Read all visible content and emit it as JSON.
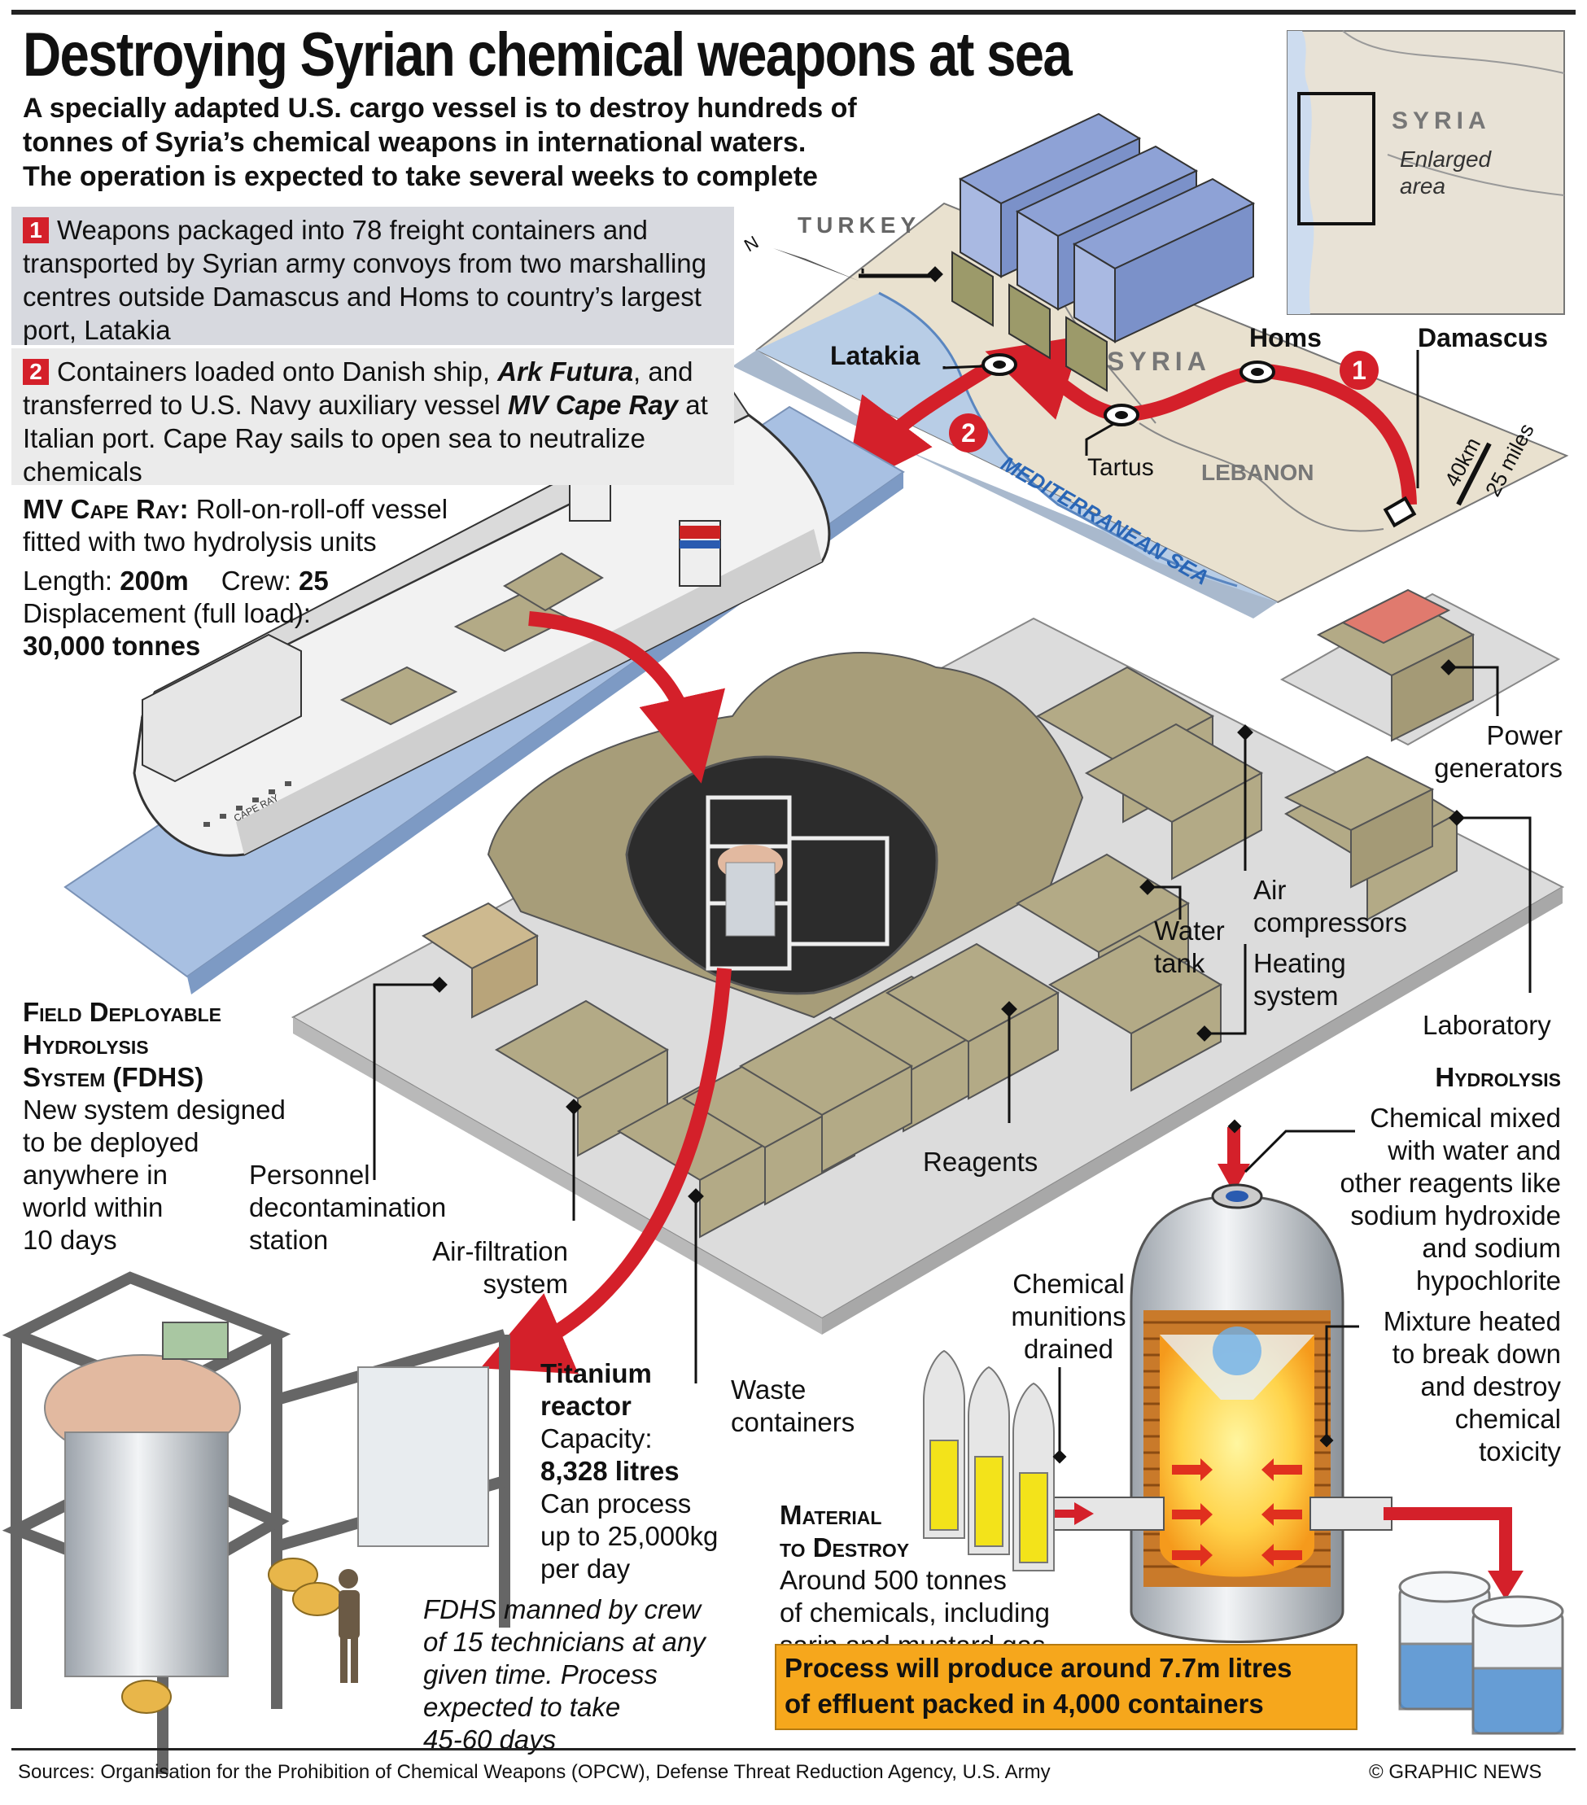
{
  "headline": "Destroying Syrian chemical weapons at sea",
  "subheadline": [
    "A specially adapted U.S. cargo vessel is to destroy hundreds of",
    "tonnes of Syria’s chemical weapons in international waters.",
    "The operation is expected to take several weeks to complete"
  ],
  "step1": {
    "number": "1",
    "text": "Weapons packaged into 78 freight containers and transported by Syrian army convoys from two marshalling centres outside Damascus and Homs to country’s largest port, Latakia"
  },
  "step2": {
    "number": "2",
    "text_a": "Containers loaded onto Danish ship, ",
    "ship_a": "Ark Futura",
    "text_b": ", and transferred to U.S. Navy auxiliary vessel ",
    "ship_b": "MV Cape Ray",
    "text_c": " at Italian port. Cape Ray sails to open sea to neutralize chemicals"
  },
  "vessel": {
    "name": "MV Cape Ray:",
    "desc_a": " Roll-on-roll-off vessel",
    "desc_b": "fitted with two hydrolysis units",
    "length_label": "Length: ",
    "length": "200m",
    "crew_label": "Crew: ",
    "crew": "25",
    "displacement_label": "Displacement (full load):",
    "displacement": "30,000 tonnes",
    "hull_name": "CAPE RAY"
  },
  "map": {
    "turkey": "TURKEY",
    "syria": "SYRIA",
    "lebanon": "LEBANON",
    "sea": "MEDITERRANEAN SEA",
    "latakia": "Latakia",
    "homs": "Homs",
    "damascus": "Damascus",
    "tartus": "Tartus",
    "scale_km": "40km",
    "scale_mi": "25 miles",
    "north": "N",
    "route_1": "1",
    "route_2": "2"
  },
  "locator": {
    "country": "SYRIA",
    "enlarged_a": "Enlarged",
    "enlarged_b": "area"
  },
  "labels": {
    "power": [
      "Power",
      "generators"
    ],
    "air_comp": [
      "Air",
      "compressors"
    ],
    "water_tank": [
      "Water",
      "tank"
    ],
    "heating": [
      "Heating",
      "system"
    ],
    "laboratory": "Laboratory",
    "reagents": "Reagents",
    "personnel": [
      "Personnel",
      "decontamination",
      "station"
    ],
    "air_filter": [
      "Air-filtration",
      "system"
    ],
    "waste": [
      "Waste",
      "containers"
    ]
  },
  "fdhs": {
    "title": [
      "Field Deployable",
      "Hydrolysis",
      "System (FDHS)"
    ],
    "desc": [
      "New system designed",
      "to be deployed",
      "anywhere in",
      "world within",
      "10 days"
    ]
  },
  "reactor": {
    "title": [
      "Titanium",
      "reactor"
    ],
    "capacity_label": "Capacity:",
    "capacity": "8,328 litres",
    "process": [
      "Can process",
      "up to 25,000kg",
      "per day"
    ]
  },
  "crew_note": [
    "FDHS manned by crew",
    "of 15 technicians at any",
    "given time. Process",
    "expected to take",
    "45-60 days"
  ],
  "hydrolysis": {
    "title": "Hydrolysis",
    "step_a": [
      "Chemical mixed",
      "with water and",
      "other reagents like",
      "sodium hydroxide",
      "and sodium",
      "hypochlorite"
    ],
    "step_b": [
      "Mixture heated",
      "to break down",
      "and destroy",
      "chemical",
      "toxicity"
    ],
    "munitions": [
      "Chemical",
      "munitions",
      "drained"
    ]
  },
  "material": {
    "title": [
      "Material",
      "to Destroy"
    ],
    "desc": [
      "Around 500 tonnes",
      "of chemicals, including",
      "sarin and mustard gas"
    ]
  },
  "banner": [
    "Process will produce around 7.7m litres",
    "of effluent packed in 4,000 containers"
  ],
  "footer": {
    "sources": "Sources: Organisation for the Prohibition of Chemical Weapons (OPCW), Defense Threat Reduction Agency, U.S. Army",
    "credit": "© GRAPHIC NEWS"
  },
  "colors": {
    "accent_red": "#d4202a",
    "banner": "#f6a71c",
    "sea": "#b8cde6",
    "khaki": "#b3aa86",
    "land": "#ece4d4"
  }
}
